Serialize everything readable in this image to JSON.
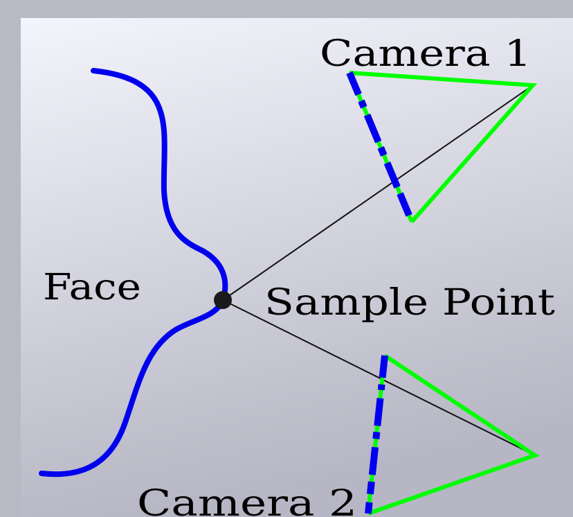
{
  "labels": {
    "camera1": "Camera 1",
    "camera2": "Camera 2",
    "face": "Face",
    "sample_point": "Sample Point"
  },
  "colors": {
    "face_curve": "#0000ee",
    "camera_frustum": "#00ff00",
    "image_plane_dash": "#0000ee",
    "sight_line": "#111111",
    "sample_point": "#1a1a1a",
    "panel_top": "#f3f3fb",
    "panel_bottom": "#b9b9c6"
  }
}
